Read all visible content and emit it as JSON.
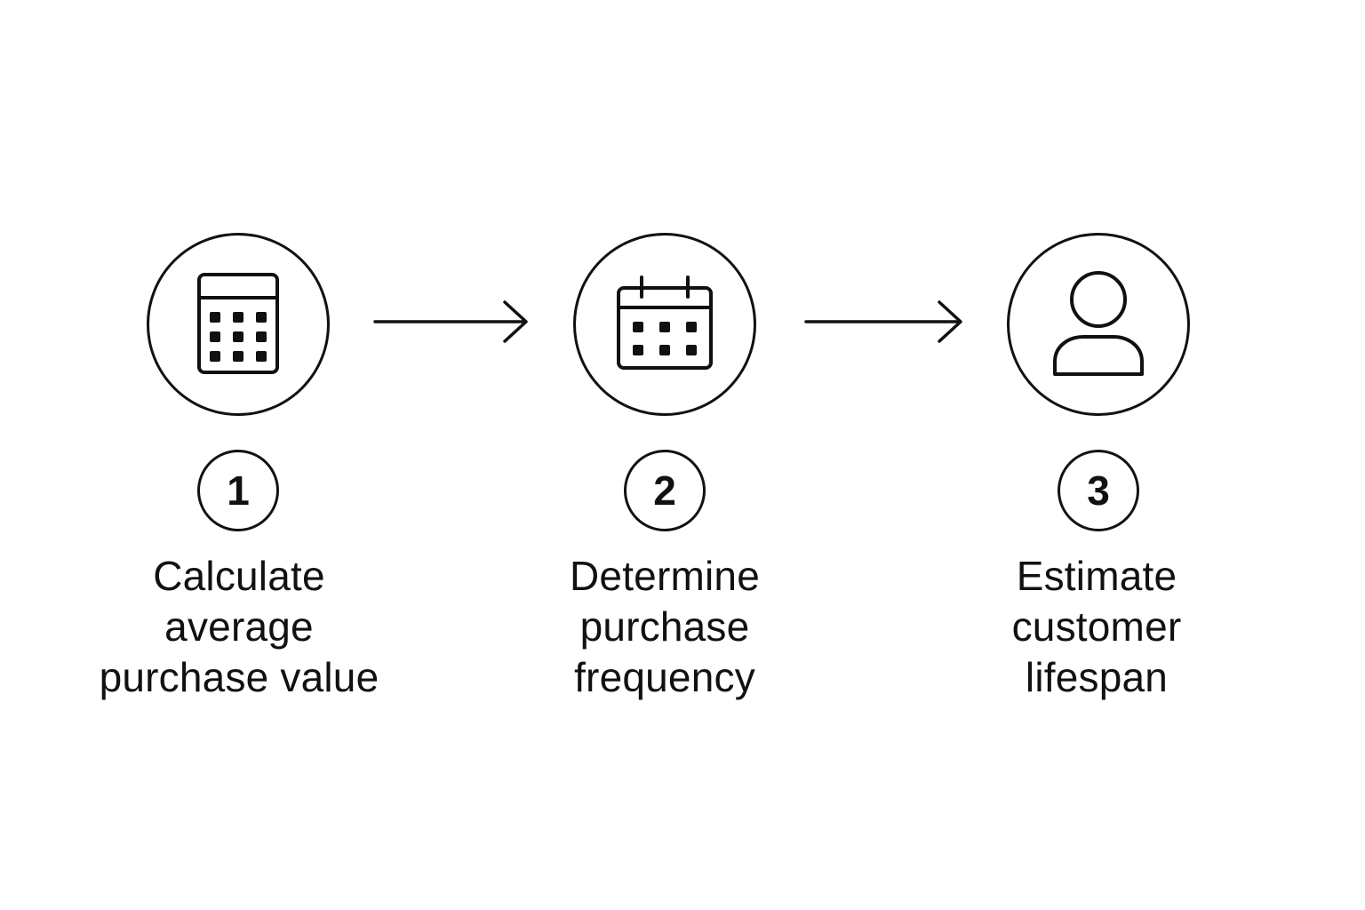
{
  "diagram": {
    "steps": [
      {
        "number": "1",
        "icon": "calculator-icon",
        "label_lines": [
          "Calculate",
          "average",
          "purchase value"
        ]
      },
      {
        "number": "2",
        "icon": "calendar-icon",
        "label_lines": [
          "Determine",
          "purchase",
          "frequency"
        ]
      },
      {
        "number": "3",
        "icon": "user-icon",
        "label_lines": [
          "Estimate",
          "customer",
          "lifespan"
        ]
      }
    ],
    "connectors": [
      "arrow-right-icon",
      "arrow-right-icon"
    ],
    "colors": {
      "stroke": "#111111",
      "background": "#ffffff"
    }
  }
}
